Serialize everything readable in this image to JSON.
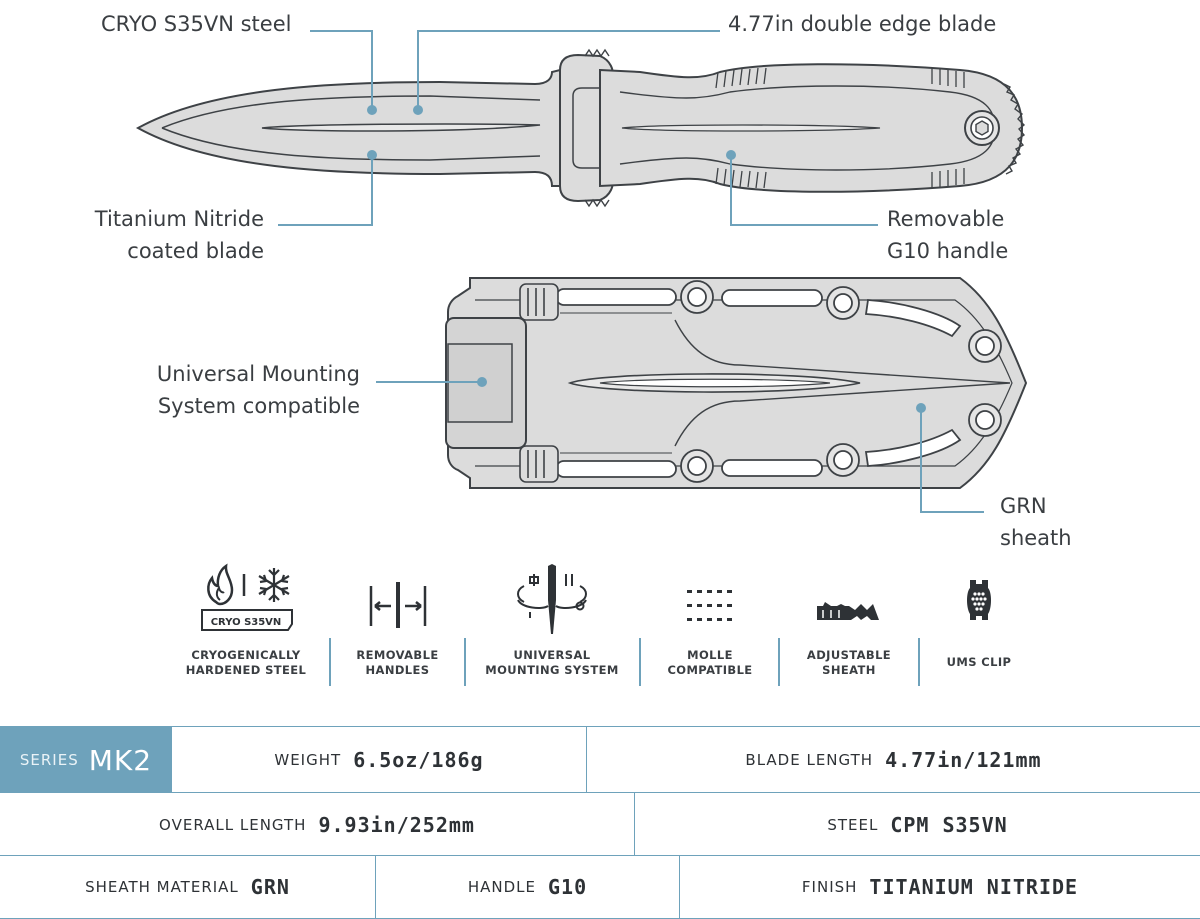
{
  "colors": {
    "accent": "#6ea2bb",
    "line_art": "#3e4246",
    "fill": "#dcdcdc",
    "text": "#2e3236"
  },
  "callouts": {
    "steel": "CRYO S35VN steel",
    "blade_edge": "4.77in double edge blade",
    "coating_line1": "Titanium Nitride",
    "coating_line2": "coated blade",
    "handle_line1": "Removable",
    "handle_line2": "G10 handle",
    "mount_line1": "Universal Mounting",
    "mount_line2": "System compatible",
    "sheath_line1": "GRN",
    "sheath_line2": "sheath"
  },
  "features": [
    {
      "icon": "flame-snowflake-icon",
      "badge": "CRYO S35VN",
      "label": "CRYOGENICALLY\nHARDENED STEEL"
    },
    {
      "icon": "removable-handle-icon",
      "label": "REMOVABLE\nHANDLES"
    },
    {
      "icon": "mounting-system-icon",
      "label": "UNIVERSAL\nMOUNTING SYSTEM"
    },
    {
      "icon": "molle-dots-icon",
      "label": "MOLLE\nCOMPATIBLE"
    },
    {
      "icon": "adjustable-sheath-icon",
      "label": "ADJUSTABLE\nSHEATH"
    },
    {
      "icon": "ums-clip-icon",
      "label": "UMS CLIP"
    }
  ],
  "specs": {
    "series_label": "SERIES",
    "series_value": "MK2",
    "weight_label": "WEIGHT",
    "weight_value": "6.5oz/186g",
    "blade_length_label": "BLADE LENGTH",
    "blade_length_value": "4.77in/121mm",
    "overall_length_label": "OVERALL LENGTH",
    "overall_length_value": "9.93in/252mm",
    "steel_label": "STEEL",
    "steel_value": "CPM S35VN",
    "sheath_material_label": "SHEATH MATERIAL",
    "sheath_material_value": "GRN",
    "handle_label": "HANDLE",
    "handle_value": "G10",
    "finish_label": "FINISH",
    "finish_value": "TITANIUM NITRIDE"
  }
}
